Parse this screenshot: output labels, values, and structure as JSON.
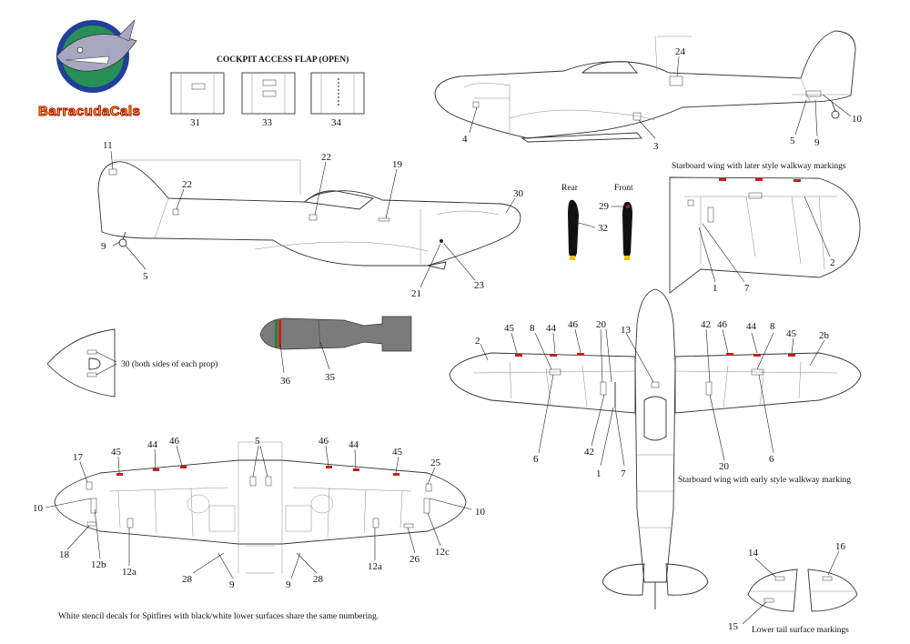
{
  "brand": {
    "logo_text": "BarracudaCals"
  },
  "cockpit_flap": {
    "title": "COCKPIT ACCESS FLAP (OPEN)",
    "labels": [
      "31",
      "33",
      "34"
    ]
  },
  "top_profile": {
    "callouts": [
      "24",
      "4",
      "3",
      "5",
      "9",
      "10"
    ]
  },
  "starboard_later": {
    "caption": "Starboard wing with later style walkway markings",
    "callouts": [
      "1",
      "7",
      "2"
    ]
  },
  "left_profile": {
    "callouts": [
      "11",
      "22",
      "22",
      "19",
      "30",
      "9",
      "5",
      "21",
      "23"
    ]
  },
  "props": {
    "rear": "Rear",
    "front": "Front",
    "callouts": [
      "29",
      "32"
    ]
  },
  "spinner": {
    "caption": "30 (both sides of each prop)"
  },
  "bomb": {
    "callouts": [
      "36",
      "35"
    ]
  },
  "plan_view": {
    "caption": "Starboard wing with early style walkway marking",
    "callouts": [
      "2",
      "45",
      "8",
      "44",
      "46",
      "20",
      "13",
      "42",
      "46",
      "44",
      "8",
      "45",
      "2b",
      "6",
      "42",
      "1",
      "7",
      "20",
      "6"
    ]
  },
  "lower_wing": {
    "caption": "White stencil decals for Spitfires with black/white lower surfaces share the same numbering.",
    "callouts": [
      "17",
      "45",
      "44",
      "46",
      "5",
      "46",
      "44",
      "45",
      "25",
      "10",
      "10",
      "18",
      "12b",
      "12a",
      "28",
      "9",
      "9",
      "28",
      "12a",
      "26",
      "12c"
    ]
  },
  "lower_tail": {
    "caption": "Lower tail surface markings",
    "callouts": [
      "14",
      "16",
      "15"
    ]
  },
  "colors": {
    "walkway_red": "#c81e1e",
    "logo_blue": "#1f3f9a",
    "logo_yellow": "#f7d000"
  }
}
